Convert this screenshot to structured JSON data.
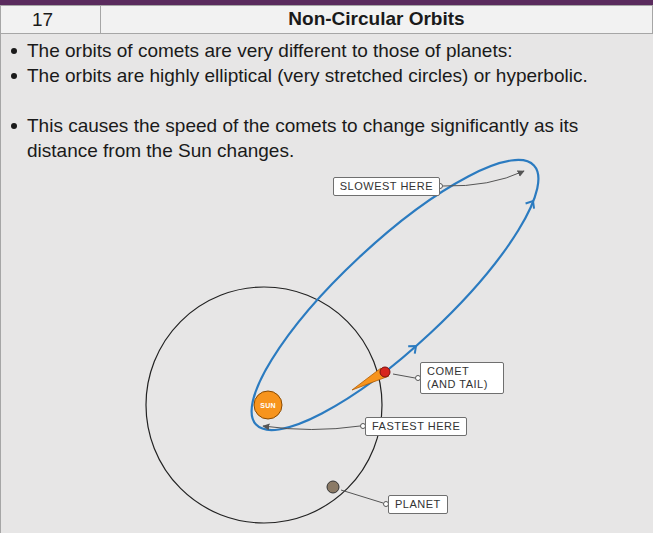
{
  "diagram": {
    "title": "Non-Circular Orbits",
    "nodes": [
      {
        "text": [
          "SLOWEST HERE"
        ]
      },
      {
        "text": [
          "COMET (AND TAIL)"
        ]
      },
      {
        "text": [
          "SUN"
        ]
      },
      {
        "text": [
          "FASTEST HERE"
        ]
      },
      {
        "text": [
          "PLANET"
        ]
      }
    ],
    "labels": [
      "17",
      "The orbits of comets are very different to those of planets:",
      "The orbits are highly elliptical (very stretched circles) or hyperbolic.",
      "This causes the speed of the comets to change significantly as its distance from the Sun changes."
    ]
  }
}
